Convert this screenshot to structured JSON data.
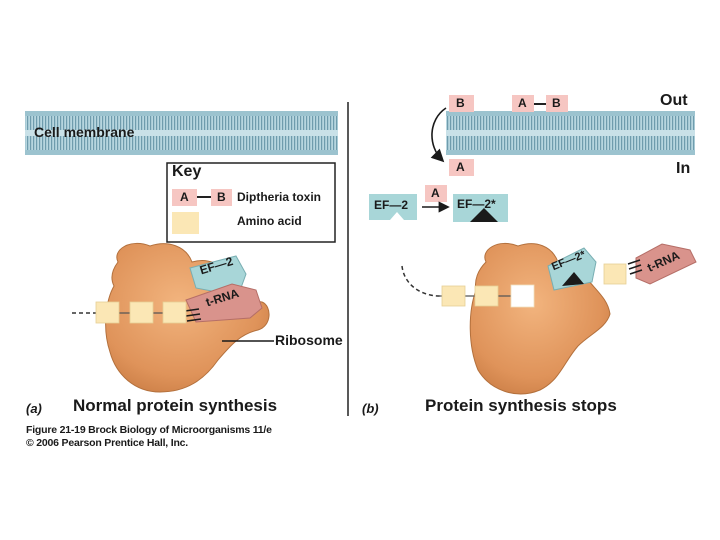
{
  "membrane": {
    "label": "Cell membrane",
    "out_label": "Out",
    "in_label": "In"
  },
  "key": {
    "title": "Key",
    "toxin_a": "A",
    "toxin_b": "B",
    "toxin_label": "Diptheria toxin",
    "amino_label": "Amino acid"
  },
  "panel_a": {
    "letter": "(a)",
    "title": "Normal protein synthesis",
    "ef2_label": "EF—2",
    "trna_label": "t-RNA",
    "ribosome_label": "Ribosome"
  },
  "panel_b": {
    "letter": "(b)",
    "title": "Protein synthesis stops",
    "b_out": "B",
    "ab_a": "A",
    "ab_b": "B",
    "a_in": "A",
    "reaction_ef2": "EF—2",
    "reaction_a": "A",
    "reaction_ef2_star": "EF—2*",
    "ef2_star_label": "EF—2*",
    "trna_label": "t-RNA"
  },
  "caption": {
    "line1": "Figure 21-19  Brock Biology of Microorganisms 11/e",
    "line2": "© 2006 Pearson Prentice Hall, Inc."
  },
  "colors": {
    "membrane": "#a9cdd8",
    "membrane_stripe": "#7fa9b8",
    "ribosome": "#e39a5e",
    "ef2": "#a8d6d8",
    "trna": "#d9938c",
    "amino_acid": "#fbe7b5",
    "toxin_a": "#f6c6c2"
  }
}
